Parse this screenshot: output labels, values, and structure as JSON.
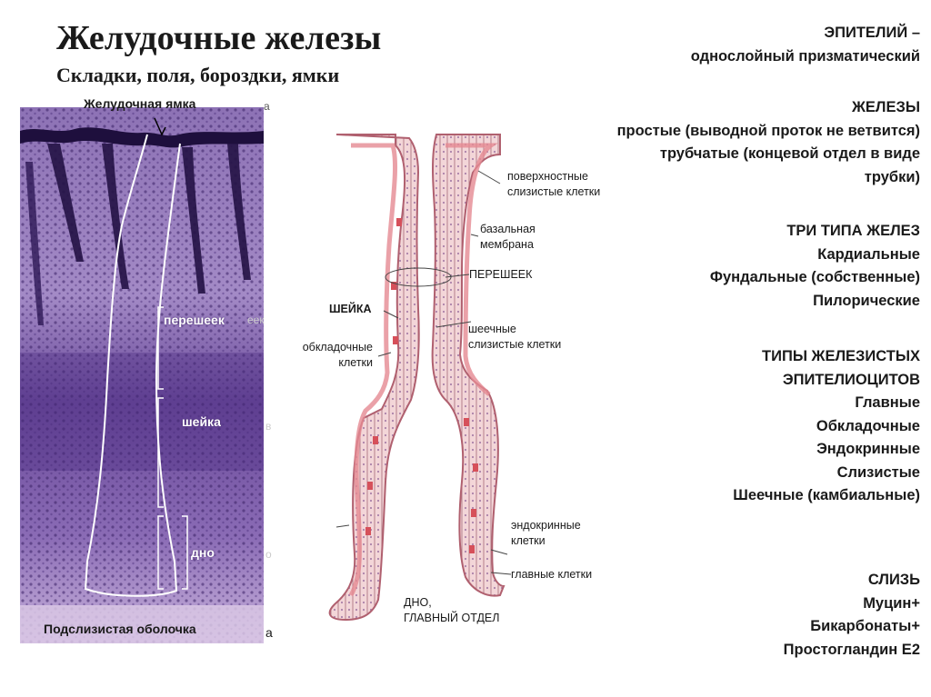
{
  "header": {
    "title": "Желудочные железы",
    "subtitle": "Складки, поля, бороздки, ямки"
  },
  "micrograph": {
    "label_top": "Желудочная ямка",
    "label_isthmus": "перешеек",
    "label_neck": "шейка",
    "label_bottom": "дно",
    "label_submucosa": "Подслизистая оболочка",
    "ghost_a": "а",
    "ghost_eek": "еек",
    "ghost_b": "в",
    "ghost_o": "о"
  },
  "diagram": {
    "surface_mucous": [
      "поверхностные",
      "слизистые клетки"
    ],
    "basal_membrane": [
      "базальная",
      "мембрана"
    ],
    "isthmus": "ПЕРЕШЕЕК",
    "neck": "ШЕЙКА",
    "parietal": [
      "обкладочные",
      "клетки"
    ],
    "neck_mucous": [
      "шеечные",
      "слизистые клетки"
    ],
    "endocrine": [
      "эндокринные",
      "клетки"
    ],
    "chief": "главные клетки",
    "bottom": [
      "ДНО,",
      "ГЛАВНЫЙ ОТДЕЛ"
    ]
  },
  "right_panel": {
    "epithelium_head": "ЭПИТЕЛИЙ –",
    "epithelium_text": "однослойный призматический",
    "glands_head": "ЖЕЛЕЗЫ",
    "glands_lines": [
      "простые (выводной проток не ветвится)",
      "трубчатые (концевой отдел в виде",
      "трубки)"
    ],
    "types_head": "ТРИ ТИПА ЖЕЛЕЗ",
    "types_lines": [
      "Кардиальные",
      "Фундальные (собственные)",
      "Пилорические"
    ],
    "cells_head": [
      "ТИПЫ ЖЕЛЕЗИСТЫХ",
      "ЭПИТЕЛИОЦИТОВ"
    ],
    "cells_lines": [
      "Главные",
      "Обкладочные",
      "Эндокринные",
      "Слизистые",
      "Шеечные (камбиальные)"
    ],
    "mucus_head": "СЛИЗЬ",
    "mucus_lines": [
      "Муцин+",
      "Бикарбонаты+",
      "Простогландин Е2"
    ]
  },
  "colors": {
    "stain_dark": "#2a1650",
    "stain_mid": "#7a5aa8",
    "stain_light": "#c9b3dc",
    "wall_pink": "#e9a0a4",
    "lumen_pink": "#f6d3d3",
    "cell_outline": "#8a4a5a"
  }
}
